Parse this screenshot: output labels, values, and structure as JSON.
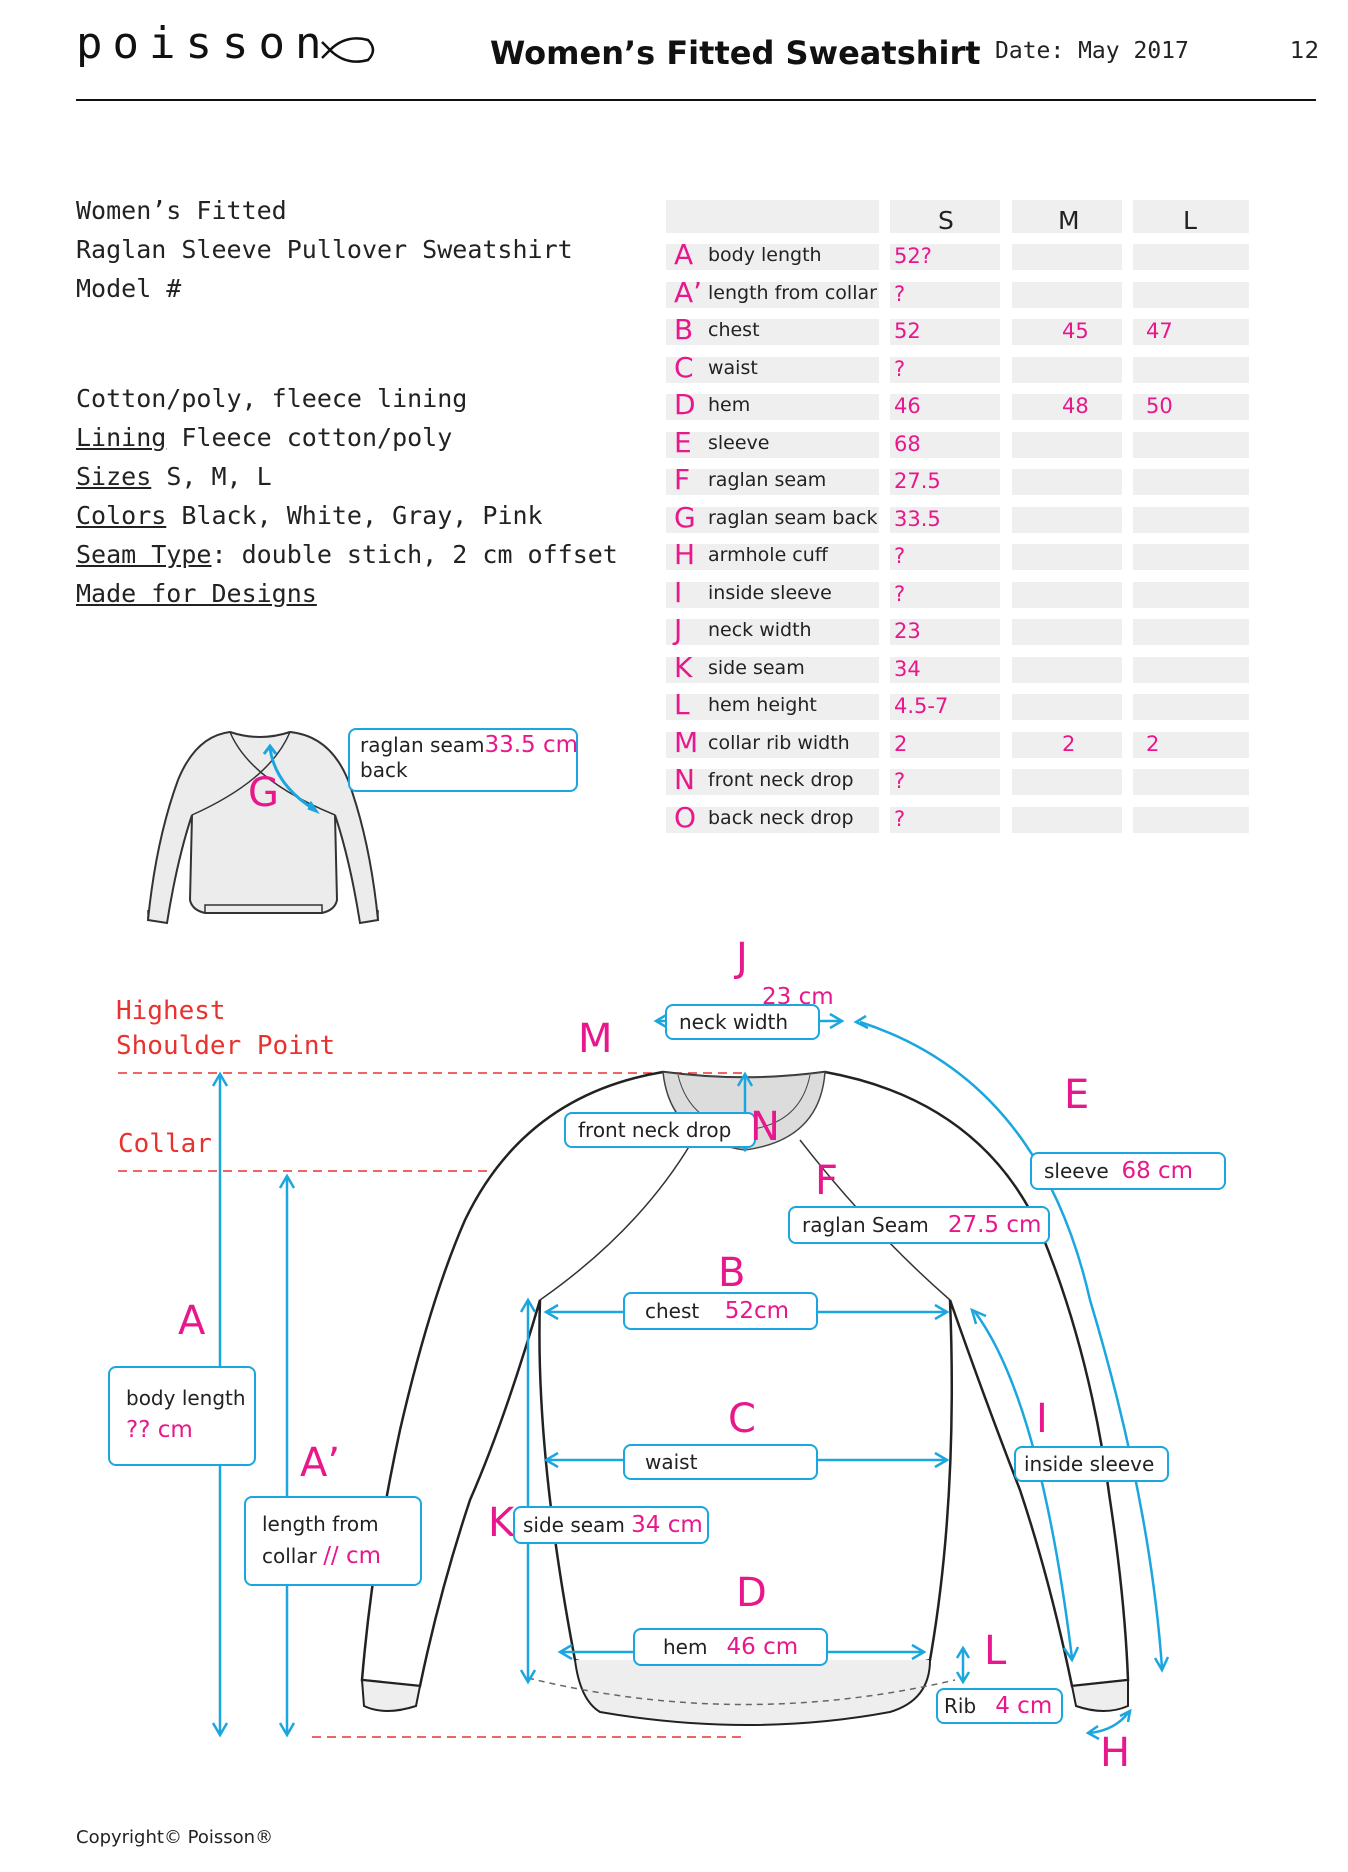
{
  "header": {
    "logo": "poisson",
    "title": "Women’s Fitted Sweatshirt",
    "date": "Date: May 2017",
    "page": "12"
  },
  "description": {
    "line1": "Women’s Fitted",
    "line2": "Raglan Sleeve Pullover Sweatshirt",
    "line3": "Model #",
    "fabric": "Cotton/poly, fleece lining",
    "lining_label": "Lining",
    "lining_value": " Fleece cotton/poly",
    "sizes_label": "Sizes",
    "sizes_value": " S, M, L",
    "colors_label": "Colors",
    "colors_value": " Black, White, Gray, Pink",
    "seam_label": "Seam Type",
    "seam_value": ": double stich, 2 cm offset",
    "made_for": "Made for Designs"
  },
  "table": {
    "sizes": [
      "S",
      "M",
      "L"
    ],
    "rows": [
      {
        "letter": "A",
        "name": "body length",
        "s": "52?",
        "m": "",
        "l": ""
      },
      {
        "letter": "A’",
        "name": "length from collar",
        "s": "?",
        "m": "",
        "l": ""
      },
      {
        "letter": "B",
        "name": "chest",
        "s": "52",
        "m": "45",
        "l": "47"
      },
      {
        "letter": "C",
        "name": "waist",
        "s": "?",
        "m": "",
        "l": ""
      },
      {
        "letter": "D",
        "name": "hem",
        "s": "46",
        "m": "48",
        "l": "50"
      },
      {
        "letter": "E",
        "name": "sleeve",
        "s": "68",
        "m": "",
        "l": ""
      },
      {
        "letter": "F",
        "name": "raglan seam",
        "s": "27.5",
        "m": "",
        "l": ""
      },
      {
        "letter": "G",
        "name": "raglan seam back",
        "s": "33.5",
        "m": "",
        "l": ""
      },
      {
        "letter": "H",
        "name": "armhole cuff",
        "s": "?",
        "m": "",
        "l": ""
      },
      {
        "letter": "I",
        "name": "inside sleeve",
        "s": "?",
        "m": "",
        "l": ""
      },
      {
        "letter": "J",
        "name": "neck width",
        "s": "23",
        "m": "",
        "l": ""
      },
      {
        "letter": "K",
        "name": "side seam",
        "s": "34",
        "m": "",
        "l": ""
      },
      {
        "letter": "L",
        "name": "hem height",
        "s": "4.5-7",
        "m": "",
        "l": ""
      },
      {
        "letter": "M",
        "name": "collar  rib width",
        "s": "2",
        "m": "2",
        "l": "2"
      },
      {
        "letter": "N",
        "name": "front neck drop",
        "s": "?",
        "m": "",
        "l": ""
      },
      {
        "letter": "O",
        "name": "back neck drop",
        "s": "?",
        "m": "",
        "l": ""
      }
    ]
  },
  "back_view": {
    "letter": "G",
    "label": "raglan seam",
    "label2": "back",
    "value": "33.5 cm"
  },
  "diagram": {
    "hsp": "Highest",
    "hsp2": "Shoulder Point",
    "collar": "Collar",
    "J": "J",
    "J_value": "23 cm",
    "J_label": "neck width",
    "M": "M",
    "N": "N",
    "N_label": "front neck drop",
    "E": "E",
    "E_label": "sleeve",
    "E_value": "68 cm",
    "F": "F",
    "F_label": "raglan Seam",
    "F_value": "27.5 cm",
    "B": "B",
    "B_label": "chest",
    "B_value": "52cm",
    "A": "A",
    "A_label": "body length",
    "A_value": "?? cm",
    "A2": "A’",
    "A2_label": "length from",
    "A2_label2": "collar",
    "A2_value": "// cm",
    "C": "C",
    "C_label": "waist",
    "I": "I",
    "I_label": "inside sleeve",
    "K": "K",
    "K_label": "side seam",
    "K_value": "34 cm",
    "D": "D",
    "D_label": "hem",
    "D_value": "46 cm",
    "L": "L",
    "L_label": "Rib",
    "L_value": "4 cm",
    "H": "H"
  },
  "footer": {
    "copyright": "Copyright© Poisson®"
  }
}
